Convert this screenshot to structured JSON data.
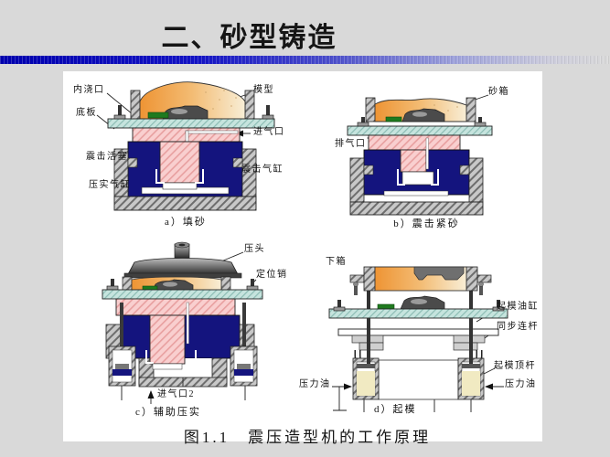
{
  "title": "二、砂型铸造",
  "figure_caption": "图1.1　震压造型机的工作原理",
  "colors": {
    "slide_bg": "#d9d9d9",
    "divider_blue": "#0000b0",
    "navy_cylinder": "#14147e",
    "sand_orange": "#ee9434",
    "sand_cream": "#f8eed6",
    "pink_hatch": "#f9cfcf",
    "teal_plate": "#c6e4de",
    "gray_hatch": "#c8c8c8",
    "green_block": "#1f7a1f",
    "oil_yellow": "#f1eac2"
  },
  "diagram_a": {
    "caption": "a）填砂",
    "labels": {
      "inner_gate": "内浇口",
      "pattern": "模型",
      "bottom_plate": "底板",
      "air_inlet": "进气口",
      "jolt_piston": "震击活塞",
      "jolt_cylinder": "震击气缸",
      "squeeze_cylinder": "压实气缸"
    }
  },
  "diagram_b": {
    "caption": "b）震击紧砂",
    "labels": {
      "sand_flask": "砂箱",
      "exhaust_port": "排气口"
    }
  },
  "diagram_c": {
    "caption": "c）辅助压实",
    "labels": {
      "press_head": "压头",
      "locating_pin": "定位销",
      "air_inlet_2": "进气口2"
    }
  },
  "diagram_d": {
    "caption": "d）起模",
    "labels": {
      "lower_flask": "下箱",
      "lift_cylinder": "起模油缸",
      "sync_link": "同步连杆",
      "lift_pin": "起模顶杆",
      "pressure_oil_left": "压力油",
      "pressure_oil_right": "压力油"
    }
  }
}
